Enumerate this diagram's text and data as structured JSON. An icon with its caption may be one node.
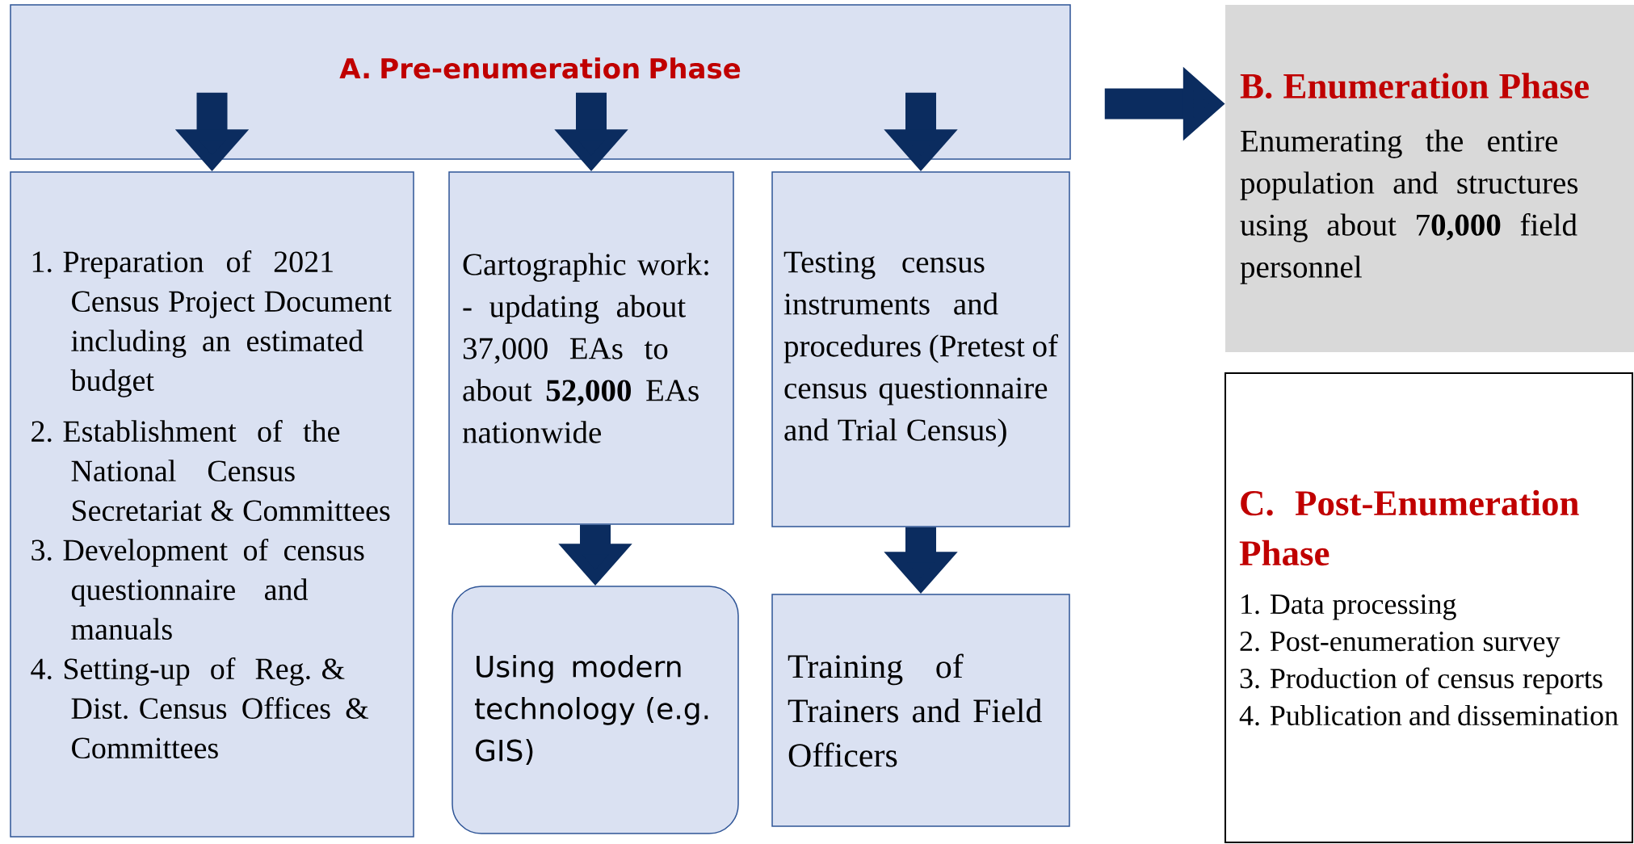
{
  "diagram": {
    "nodes": [
      {
        "text": [
          "A. Pre-enumeration Phase"
        ]
      },
      {
        "text": [
          "1. Preparation of 2021 Census Project Document including an estimated budget",
          "2. Establishment of the National Census Secretariat & Committees",
          "3. Development of census questionnaire and manuals",
          "4. Setting-up of Reg. & Dist. Census Offices & Committees"
        ]
      },
      {
        "text": [
          "Cartographic work: - updating about 37,000 EAs to about **52,000** EAs nationwide"
        ]
      },
      {
        "text": [
          "Testing census instruments and procedures (Pretest of census questionnaire and Trial Census)"
        ]
      },
      {
        "text": [
          "Using modern technology (e.g. GIS)"
        ]
      },
      {
        "text": [
          "Training of Trainers and Field Officers"
        ]
      },
      {
        "text": [
          "B. Enumeration Phase",
          "Enumerating the entire population and structures using about 7**0,000** field personnel"
        ]
      },
      {
        "text": [
          "C. Post-Enumeration Phase",
          "1. Data processing",
          "2. Post-enumeration survey",
          "3. Production of census reports",
          "4. Publication and dissemination"
        ]
      }
    ],
    "edges": [
      {
        "from": 0,
        "to": 1,
        "arrow": "to"
      },
      {
        "from": 0,
        "to": 2,
        "arrow": "to"
      },
      {
        "from": 0,
        "to": 3,
        "arrow": "to"
      },
      {
        "from": 2,
        "to": 4,
        "arrow": "to"
      },
      {
        "from": 3,
        "to": 5,
        "arrow": "to"
      },
      {
        "from": 0,
        "to": 6,
        "arrow": "to"
      }
    ]
  }
}
